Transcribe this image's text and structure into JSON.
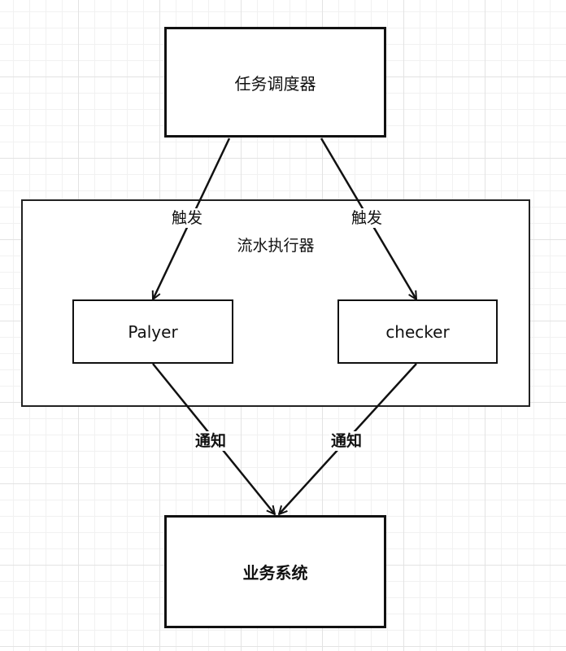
{
  "diagram": {
    "nodes": [
      {
        "id": "scheduler",
        "label": "任务调度器"
      },
      {
        "id": "player",
        "label": "Palyer"
      },
      {
        "id": "checker",
        "label": "checker"
      },
      {
        "id": "business",
        "label": "业务系统"
      }
    ],
    "group": {
      "id": "executor",
      "label": "流水执行器",
      "contains": [
        "player",
        "checker"
      ]
    },
    "edges": [
      {
        "from": "scheduler",
        "to": "player",
        "label": "触发"
      },
      {
        "from": "scheduler",
        "to": "checker",
        "label": "触发"
      },
      {
        "from": "player",
        "to": "business",
        "label": "通知"
      },
      {
        "from": "checker",
        "to": "business",
        "label": "通知"
      }
    ]
  }
}
